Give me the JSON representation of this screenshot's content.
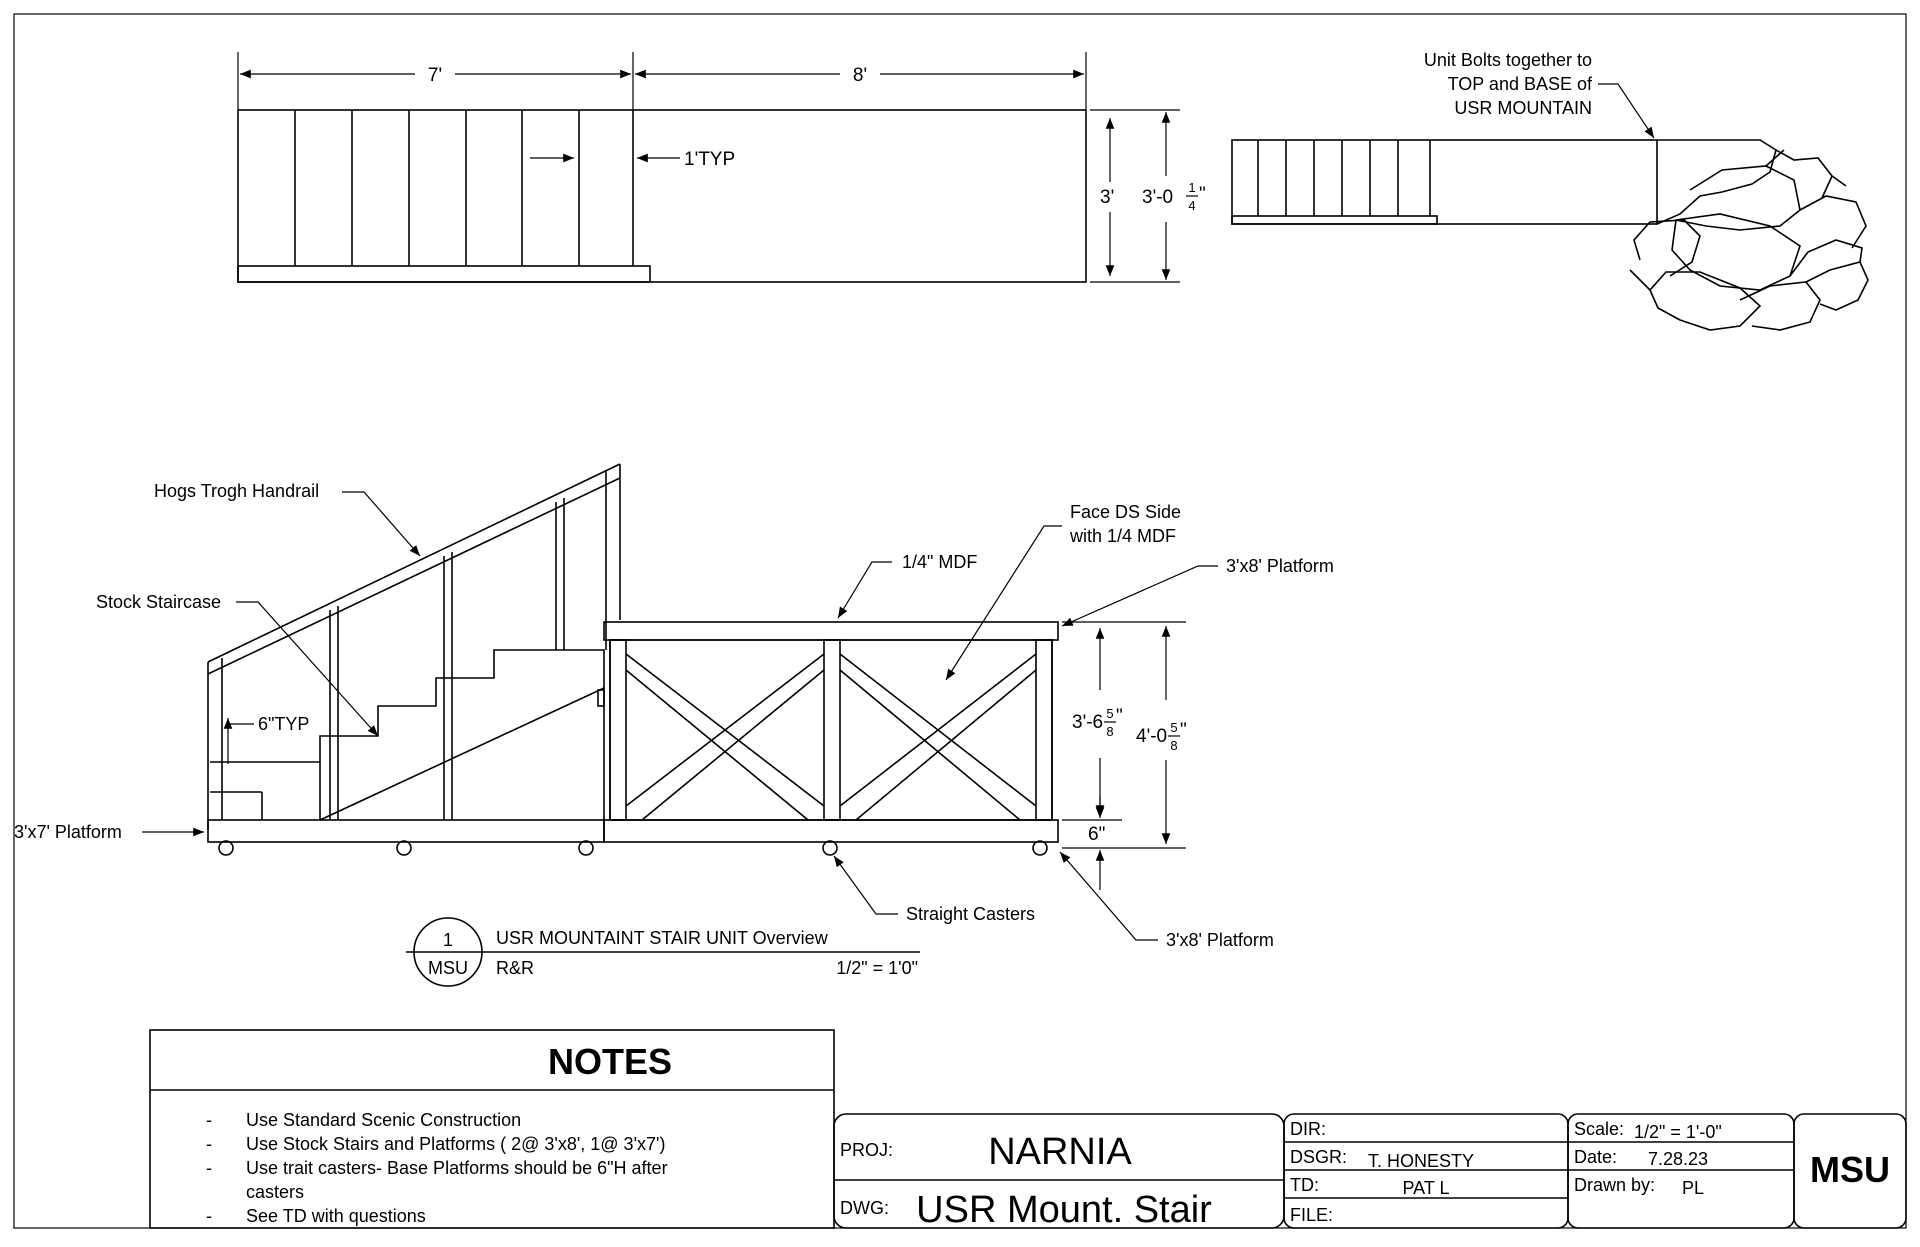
{
  "plan_view": {
    "dim_left": "7'",
    "dim_right": "8'",
    "dim_typ": "1'TYP",
    "dim_height": "3'",
    "dim_overall_whole": "3'-0",
    "dim_overall_num": "1",
    "dim_overall_den": "4",
    "dim_overall_unit": "\""
  },
  "mountain_view": {
    "note_line1": "Unit Bolts together to",
    "note_line2": "TOP and BASE of",
    "note_line3": "USR MOUNTAIN"
  },
  "elevation": {
    "handrail": "Hogs Trogh Handrail",
    "staircase": "Stock Staircase",
    "typ6": "6\"TYP",
    "platform_3x7": "3'x7' Platform",
    "mdf": "1/4\" MDF",
    "face_ds_line1": "Face DS Side",
    "face_ds_line2": "with 1/4 MDF",
    "platform_3x8_top": "3'x8' Platform",
    "dim_inner_whole": "3'-6",
    "dim_inner_num": "5",
    "dim_inner_den": "8",
    "dim_inner_unit": "\"",
    "dim_outer_whole": "4'-0",
    "dim_outer_num": "5",
    "dim_outer_den": "8",
    "dim_outer_unit": "\"",
    "dim_6": "6\"",
    "casters": "Straight Casters",
    "platform_3x8_bottom": "3'x8' Platform"
  },
  "callout": {
    "number": "1",
    "sheet": "MSU",
    "title": "USR MOUNTAINT STAIR UNIT Overview",
    "subtitle": "R&R",
    "scale": "1/2\" = 1'0\""
  },
  "notes": {
    "heading": "NOTES",
    "items": [
      "Use Standard Scenic Construction",
      "Use Stock Stairs and Platforms ( 2@ 3'x8', 1@ 3'x7')",
      "Use trait casters- Base Platforms should be 6\"H  after",
      "casters",
      "See TD with questions"
    ],
    "bullet": "-"
  },
  "title_block": {
    "proj_label": "PROJ:",
    "proj_value": "NARNIA",
    "dwg_label": "DWG:",
    "dwg_value": "USR Mount. Stair",
    "dir_label": "DIR:",
    "dir_value": "",
    "dsgr_label": "DSGR:",
    "dsgr_value": "T. HONESTY",
    "td_label": "TD:",
    "td_value": "PAT L",
    "file_label": "FILE:",
    "file_value": "",
    "scale_label": "Scale:",
    "scale_value": "1/2\" = 1'-0\"",
    "date_label": "Date:",
    "date_value": "7.28.23",
    "drawn_label": "Drawn by:",
    "drawn_value": "PL",
    "logo": "MSU"
  }
}
